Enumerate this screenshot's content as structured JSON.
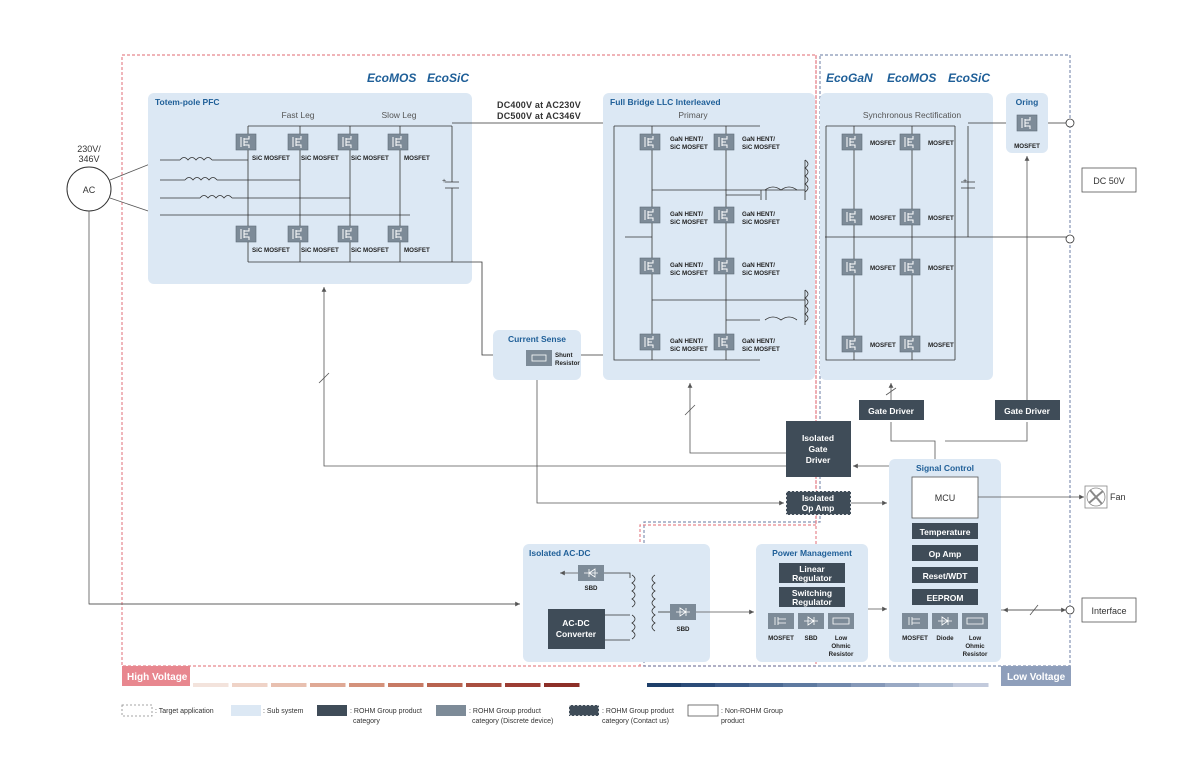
{
  "brands": {
    "ecomos": "EcoMOS",
    "ecosic": "EcoSiC",
    "ecogan": "EcoGaN"
  },
  "input": {
    "voltage_line1": "230V/",
    "voltage_line2": "346V",
    "ac": "AC"
  },
  "pfc": {
    "title": "Totem-pole PFC",
    "fast_leg": "Fast Leg",
    "slow_leg": "Slow Leg",
    "devices": [
      "SiC MOSFET",
      "SiC MOSFET",
      "SiC MOSFET",
      "MOSFET",
      "SiC MOSFET",
      "SiC MOSFET",
      "SiC MOSFET",
      "MOSFET"
    ]
  },
  "dc_bus": {
    "line1": "DC400V at AC230V",
    "line2": "DC500V at AC346V"
  },
  "llc": {
    "title": "Full Bridge LLC Interleaved",
    "primary": "Primary",
    "device_line1": "GaN HENT/",
    "device_line2": "SiC MOSFET"
  },
  "sr": {
    "title": "Synchronous Rectification",
    "device": "MOSFET"
  },
  "oring": {
    "title": "Oring",
    "device": "MOSFET"
  },
  "output": {
    "dc": "DC 50V"
  },
  "current_sense": {
    "title": "Current Sense",
    "device_line1": "Shunt",
    "device_line2": "Resistor"
  },
  "gate_driver": {
    "left": "Gate Driver",
    "right": "Gate Driver"
  },
  "isolated_gate_driver": {
    "line1": "Isolated",
    "line2": "Gate",
    "line3": "Driver"
  },
  "isolated_op_amp": {
    "line1": "Isolated",
    "line2": "Op Amp"
  },
  "signal_control": {
    "title": "Signal Control",
    "mcu": "MCU",
    "items": [
      "Temperature",
      "Op Amp",
      "Reset/WDT",
      "EEPROM"
    ],
    "devices": [
      "MOSFET",
      "Diode",
      "Low",
      "Ohmic",
      "Resistor"
    ]
  },
  "fan": "Fan",
  "interface": "Interface",
  "isolated_acdc": {
    "title": "Isolated AC-DC",
    "sbd_top": "SBD",
    "sbd_right": "SBD",
    "converter_line1": "AC-DC",
    "converter_line2": "Converter"
  },
  "power_mgmt": {
    "title": "Power Management",
    "linear_line1": "Linear",
    "linear_line2": "Regulator",
    "switching_line1": "Switching",
    "switching_line2": "Regulator",
    "devices": [
      "MOSFET",
      "SBD",
      "Low",
      "Ohmic",
      "Resistor"
    ]
  },
  "voltage_bar": {
    "high": "High Voltage",
    "low": "Low Voltage"
  },
  "legend": {
    "target": ": Target application",
    "subsystem": ": Sub system",
    "rohm_line1": ": ROHM Group product",
    "rohm_line2": "category",
    "discrete_line1": ": ROHM Group product",
    "discrete_line2": "category (Discrete device)",
    "contact_line1": ": ROHM Group product",
    "contact_line2": "category (Contact us)",
    "nonrohm_line1": ": Non-ROHM Group",
    "nonrohm_line2": "product"
  },
  "colors": {
    "subsystem_fill": "#dce8f4",
    "dark_box": "#3f4c58",
    "discrete_box": "#7d8b98",
    "title_blue": "#1f5f98",
    "high_voltage_red": "#e06670",
    "low_voltage_blue": "#7f93b3"
  }
}
